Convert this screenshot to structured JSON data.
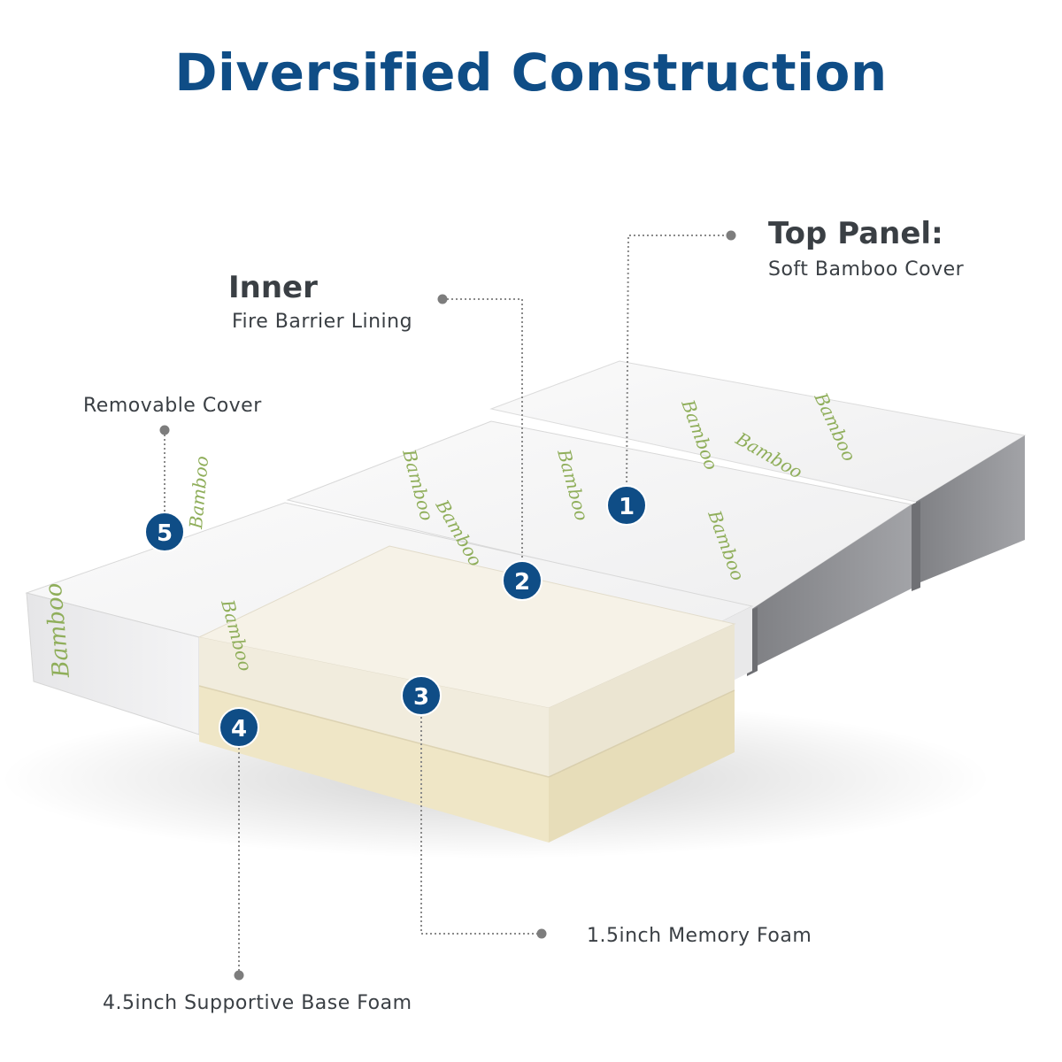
{
  "title": "Diversified Construction",
  "cover_print": "Bamboo",
  "colors": {
    "title": "#0f4d86",
    "badge": "#0f4d86",
    "cover": "#f2f2f2",
    "gray_side": "#8f9094",
    "memory_foam": "#f3eee2",
    "base_foam": "#ede3c2",
    "print": "#8fae5a",
    "leader_line": "#888888"
  },
  "callouts": [
    {
      "number": "1",
      "heading": "Top Panel:",
      "text": "Soft Bamboo Cover"
    },
    {
      "number": "2",
      "heading": "Inner",
      "text": "Fire Barrier Lining"
    },
    {
      "number": "3",
      "heading": "",
      "text": "1.5inch Memory Foam"
    },
    {
      "number": "4",
      "heading": "",
      "text": "4.5inch Supportive Base Foam"
    },
    {
      "number": "5",
      "heading": "",
      "text": "Removable Cover"
    }
  ]
}
